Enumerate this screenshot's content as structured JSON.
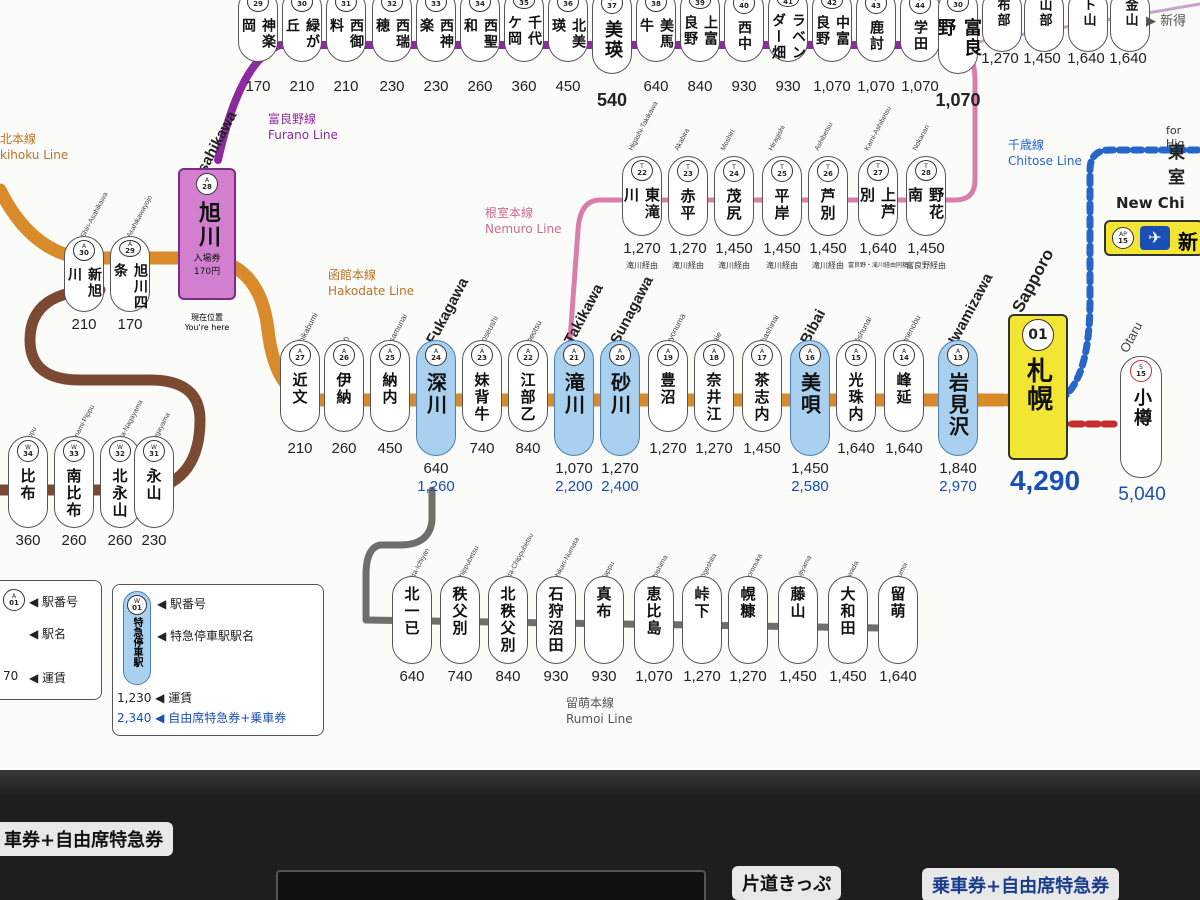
{
  "colors": {
    "hakodate": "#d98a2b",
    "furano": "#8d2a9d",
    "nemuro": "#d97fa7",
    "rumoi": "#6f6f69",
    "chitose": "#2766c9",
    "otaru": "#c42d2d",
    "hakodate_branch": "#7a4a33"
  },
  "lines": {
    "furano_ja": "富良野線",
    "furano_en": "Furano Line",
    "hakodate_ja": "函館本線",
    "hakodate_en": "Hakodate Line",
    "nemuro_ja": "根室本線",
    "nemuro_en": "Nemuro Line",
    "rumoi_ja": "留萌本線",
    "rumoi_en": "Rumoi Line",
    "chitose_ja": "千歳線",
    "chitose_en": "Chitose Line",
    "sekihoku_ja": "北本線",
    "sekihoku_en": "kihoku Line"
  },
  "asahikawa": {
    "rom": "Asahikawa",
    "num": "28",
    "line": "A",
    "kanji": "旭川",
    "note1": "入場券",
    "note2": "170円",
    "here_ja": "現在位置",
    "here_en": "You're here"
  },
  "sapporo": {
    "rom": "Sapporo",
    "num": "01",
    "kanji": "札幌",
    "fare": "4,290"
  },
  "otaru": {
    "rom": "Otaru",
    "num": "15",
    "line": "S",
    "kanji": "小樽",
    "fare": "5,040"
  },
  "new_chitose": {
    "label": "New Chi",
    "num": "15",
    "line": "AP",
    "kanji": "新"
  },
  "furano_top": [
    {
      "num": "29",
      "line": "F",
      "kanji": "神楽岡",
      "fare": "170"
    },
    {
      "num": "30",
      "line": "F",
      "kanji": "緑が丘",
      "fare": "210"
    },
    {
      "num": "31",
      "line": "F",
      "kanji": "西御料",
      "fare": "210"
    },
    {
      "num": "32",
      "line": "F",
      "kanji": "西瑞穂",
      "fare": "230"
    },
    {
      "num": "33",
      "line": "F",
      "kanji": "西神楽",
      "fare": "230"
    },
    {
      "num": "34",
      "line": "F",
      "kanji": "西聖和",
      "fare": "260"
    },
    {
      "num": "35",
      "line": "F",
      "kanji": "千代ケ岡",
      "fare": "360"
    },
    {
      "num": "36",
      "line": "F",
      "kanji": "北美瑛",
      "fare": "450"
    },
    {
      "num": "37",
      "line": "F",
      "kanji": "美瑛",
      "fare": "540"
    },
    {
      "num": "38",
      "line": "F",
      "kanji": "美馬牛",
      "fare": "640"
    },
    {
      "num": "39",
      "line": "F",
      "kanji": "上富良野",
      "fare": "840"
    },
    {
      "num": "40",
      "line": "F",
      "kanji": "西中",
      "fare": "930"
    },
    {
      "num": "41",
      "line": "F",
      "kanji": "ラベンダー畑",
      "fare": "930"
    },
    {
      "num": "42",
      "line": "F",
      "kanji": "中富良野",
      "fare": "1,070"
    },
    {
      "num": "43",
      "line": "F",
      "kanji": "鹿討",
      "fare": "1,070"
    },
    {
      "num": "44",
      "line": "F",
      "kanji": "学田",
      "fare": "1,070"
    },
    {
      "num": "30",
      "line": "T",
      "kanji": "富良野",
      "fare": "1,070"
    }
  ],
  "top_right": [
    {
      "kanji": "布部",
      "fare": "1,270"
    },
    {
      "kanji": "山部",
      "fare": "1,450"
    },
    {
      "kanji": "ト山",
      "fare": "1,640"
    },
    {
      "kanji": "金山",
      "fare": "1,640"
    },
    {
      "kanji": "新得",
      "fare": ""
    }
  ],
  "nemuro": [
    {
      "rom": "Higashi-Takikawa",
      "num": "22",
      "kanji": "東滝川",
      "fare": "1,270",
      "via": "滝川経由"
    },
    {
      "rom": "Akabira",
      "num": "23",
      "kanji": "赤平",
      "fare": "1,270",
      "via": "滝川経由"
    },
    {
      "rom": "Moshiri",
      "num": "24",
      "kanji": "茂尻",
      "fare": "1,450",
      "via": "滝川経由"
    },
    {
      "rom": "Hiragishi",
      "num": "25",
      "kanji": "平岸",
      "fare": "1,450",
      "via": "滝川経由"
    },
    {
      "rom": "Ashibetsu",
      "num": "26",
      "kanji": "芦別",
      "fare": "1,450",
      "via": "滝川経由"
    },
    {
      "rom": "Kami-Ashibetsu",
      "num": "27",
      "kanji": "上芦別",
      "fare": "1,640",
      "via": "富良野・滝川経由同額"
    },
    {
      "rom": "Nokanan",
      "num": "28",
      "kanji": "野花南",
      "fare": "1,450",
      "via": "富良野経由"
    }
  ],
  "hakodate": [
    {
      "rom": "Chikabumi",
      "num": "27",
      "kanji": "近文",
      "fare": "210",
      "fare2": "",
      "ltd": false
    },
    {
      "rom": "Inō",
      "num": "26",
      "kanji": "伊納",
      "fare": "260",
      "fare2": "",
      "ltd": false
    },
    {
      "rom": "Osamunai",
      "num": "25",
      "kanji": "納内",
      "fare": "450",
      "fare2": "",
      "ltd": false
    },
    {
      "rom": "Fukagawa",
      "num": "24",
      "kanji": "深川",
      "fare": "640",
      "fare2": "1,260",
      "ltd": true
    },
    {
      "rom": "Moseushi",
      "num": "23",
      "kanji": "妹背牛",
      "fare": "740",
      "fare2": "",
      "ltd": false
    },
    {
      "rom": "Ebeotsu",
      "num": "22",
      "kanji": "江部乙",
      "fare": "840",
      "fare2": "",
      "ltd": false
    },
    {
      "rom": "Takikawa",
      "num": "21",
      "kanji": "滝川",
      "fare": "1,070",
      "fare2": "2,200",
      "ltd": true
    },
    {
      "rom": "Sunagawa",
      "num": "20",
      "kanji": "砂川",
      "fare": "1,270",
      "fare2": "2,400",
      "ltd": true
    },
    {
      "rom": "Toyonuma",
      "num": "19",
      "kanji": "豊沼",
      "fare": "1,270",
      "fare2": "",
      "ltd": false
    },
    {
      "rom": "Naie",
      "num": "18",
      "kanji": "奈井江",
      "fare": "1,270",
      "fare2": "",
      "ltd": false
    },
    {
      "rom": "Chashinai",
      "num": "17",
      "kanji": "茶志内",
      "fare": "1,450",
      "fare2": "",
      "ltd": false
    },
    {
      "rom": "Bibai",
      "num": "16",
      "kanji": "美唄",
      "fare": "1,450",
      "fare2": "2,580",
      "ltd": true
    },
    {
      "rom": "Kōshunai",
      "num": "15",
      "kanji": "光珠内",
      "fare": "1,640",
      "fare2": "",
      "ltd": false
    },
    {
      "rom": "Minenobu",
      "num": "14",
      "kanji": "峰延",
      "fare": "1,640",
      "fare2": "",
      "ltd": false
    },
    {
      "rom": "Iwamizawa",
      "num": "13",
      "kanji": "岩見沢",
      "fare": "1,840",
      "fare2": "2,970",
      "ltd": true
    }
  ],
  "left_branch": [
    {
      "rom": "Shin-Asahikawa",
      "num": "30",
      "kanji": "新旭川",
      "fare": "210"
    },
    {
      "rom": "Asahikawayojo",
      "num": "29",
      "kanji": "旭川四条",
      "fare": "170"
    }
  ],
  "sekihoku_low": [
    {
      "rom": "Pippu",
      "num": "34",
      "kanji": "比布",
      "fare": "360"
    },
    {
      "rom": "Minami-Pippu",
      "num": "33",
      "kanji": "南比布",
      "fare": "260"
    },
    {
      "rom": "Kita-Nagayama",
      "num": "32",
      "kanji": "北永山",
      "fare": "260"
    },
    {
      "rom": "Nagayama",
      "num": "31",
      "kanji": "永山",
      "fare": "230"
    }
  ],
  "rumoi": [
    {
      "rom": "Kita-Ichiyan",
      "kanji": "北一已",
      "fare": "640"
    },
    {
      "rom": "Chippubetsu",
      "kanji": "秩父別",
      "fare": "740"
    },
    {
      "rom": "Kita-Chippubetsu",
      "kanji": "北秩父別",
      "fare": "840"
    },
    {
      "rom": "Ishikari-Numata",
      "kanji": "石狩沼田",
      "fare": "930"
    },
    {
      "rom": "Mappu",
      "kanji": "真布",
      "fare": "930"
    },
    {
      "rom": "Ebishima",
      "kanji": "恵比島",
      "fare": "1,070"
    },
    {
      "rom": "Tōgeshita",
      "kanji": "峠下",
      "fare": "1,270"
    },
    {
      "rom": "Horonuka",
      "kanji": "幌糠",
      "fare": "1,270"
    },
    {
      "rom": "Fujiyama",
      "kanji": "藤山",
      "fare": "1,450"
    },
    {
      "rom": "Ōwada",
      "kanji": "大和田",
      "fare": "1,450"
    },
    {
      "rom": "Rumoi",
      "kanji": "留萌",
      "fare": "1,640"
    }
  ],
  "legend1": {
    "num_label": "駅番号",
    "name_label": "駅名",
    "fare_label": "運賃",
    "sample_fare": "70"
  },
  "legend2": {
    "num_label": "駅番号",
    "name_label": "特急停車駅駅名",
    "kanji": "特急停車駅",
    "fare": "1,230",
    "fare_label": "運賃",
    "fare2": "2,340",
    "fare2_label": "自由席特急券+乗車券"
  },
  "top_right_misc": {
    "rom": "for Hig",
    "kanji": "東室",
    "arrow_label": "新得"
  },
  "keys": {
    "k1": "車券+自由席特急券",
    "k2": "片道きっぷ",
    "k3": "乗車券+自由席特急券"
  }
}
